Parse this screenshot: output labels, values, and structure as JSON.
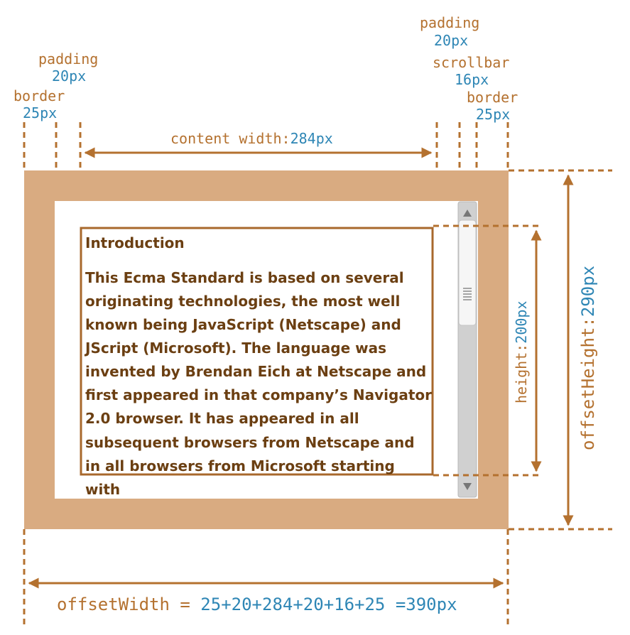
{
  "colors": {
    "accent": "#b4712f",
    "number": "#2e86b5",
    "border_fill": "#d9ab81",
    "text": "#6b3f12"
  },
  "labels": {
    "padding_left": {
      "name": "padding",
      "value": "20px"
    },
    "border_left": {
      "name": "border",
      "value": "25px"
    },
    "padding_right": {
      "name": "padding",
      "value": "20px"
    },
    "scrollbar": {
      "name": "scrollbar",
      "value": "16px"
    },
    "border_right": {
      "name": "border",
      "value": "25px"
    },
    "content_width": {
      "name": "content width:",
      "value": "284px"
    },
    "height": {
      "name": "height:",
      "value": "200px"
    },
    "offset_height": {
      "name": "offsetHeight:",
      "value": "290px"
    },
    "offset_width": {
      "name": "offsetWidth = ",
      "formula": "25+20+284+20+16+25 =",
      "value": "390px"
    }
  },
  "content": {
    "heading": "Introduction",
    "lines": [
      "This Ecma Standard is based on several",
      "originating technologies, the most well",
      "known being JavaScript (Netscape) and",
      "JScript (Microsoft). The language was",
      "invented by Brendan Eich at Netscape and",
      "first appeared in that company’s Navigator",
      "2.0 browser. It has appeared in all",
      "subsequent browsers from Netscape and",
      "in all browsers from Microsoft starting",
      "with"
    ]
  },
  "scrollbar": {
    "up_icon": "arrow-up-icon",
    "down_icon": "arrow-down-icon",
    "grip_icon": "grip-icon"
  }
}
